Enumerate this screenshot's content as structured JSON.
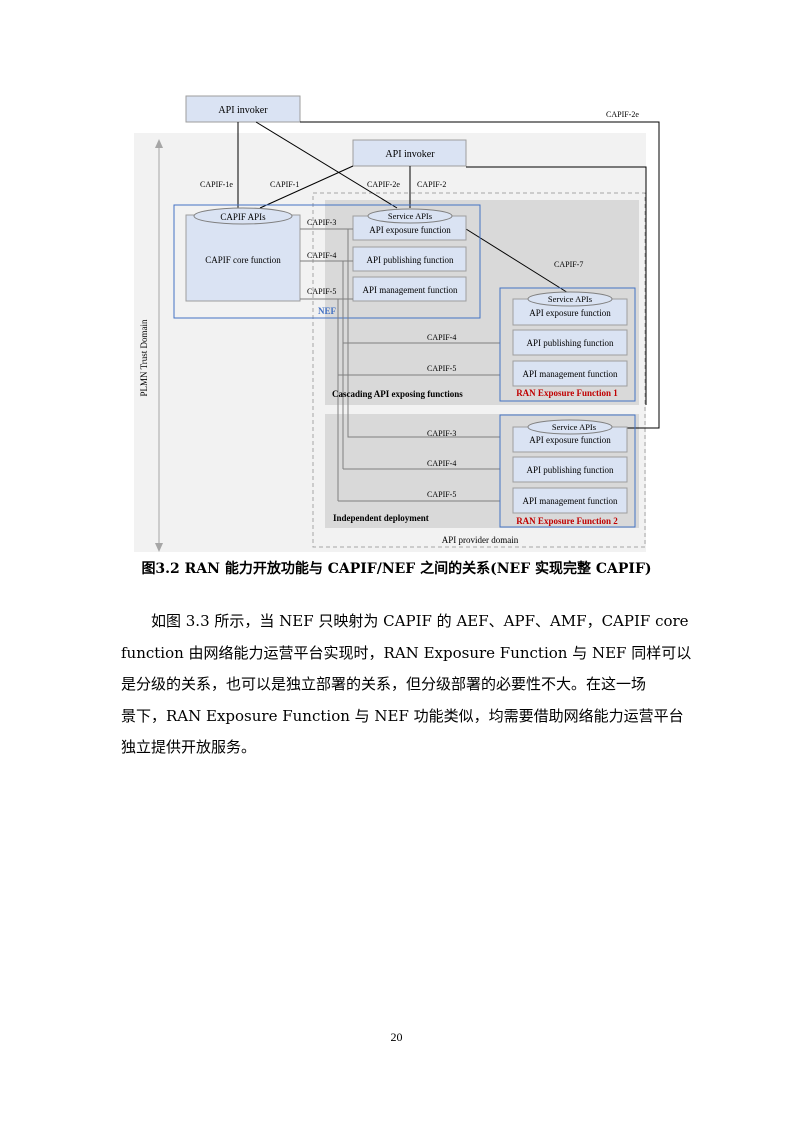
{
  "figure": {
    "api_invoker_1": "API invoker",
    "api_invoker_2": "API invoker",
    "capif_2e_top": "CAPIF-2e",
    "capif_1e": "CAPIF-1e",
    "capif_1": "CAPIF-1",
    "capif_2e": "CAPIF-2e",
    "capif_2": "CAPIF-2",
    "plmn_trust_domain": "PLMN Trust Domain",
    "capif_apis": "CAPIF APIs",
    "capif_core_function": "CAPIF core function",
    "capif_3_a": "CAPIF-3",
    "capif_4_a": "CAPIF-4",
    "capif_5_a": "CAPIF-5",
    "service_apis_nef": "Service APIs",
    "api_exposure_function_nef": "API exposure function",
    "api_publishing_function_nef": "API publishing function",
    "api_management_function_nef": "API management function",
    "nef": "NEF",
    "capif_7": "CAPIF-7",
    "service_apis_ran1": "Service APIs",
    "api_exposure_function_ran1": "API exposure function",
    "api_publishing_function_ran1": "API publishing function",
    "api_management_function_ran1": "API management function",
    "ran_exposure_function_1": "RAN Exposure Function 1",
    "capif_4_b": "CAPIF-4",
    "capif_5_b": "CAPIF-5",
    "cascading": "Cascading API exposing functions",
    "service_apis_ran2": "Service APIs",
    "api_exposure_function_ran2": "API exposure function",
    "api_publishing_function_ran2": "API publishing function",
    "api_management_function_ran2": "API management function",
    "ran_exposure_function_2": "RAN Exposure Function 2",
    "capif_3_c": "CAPIF-3",
    "capif_4_c": "CAPIF-4",
    "capif_5_c": "CAPIF-5",
    "independent_deployment": "Independent deployment",
    "api_provider_domain": "API provider domain"
  },
  "caption": "图3.2 RAN 能力开放功能与 CAPIF/NEF 之间的关系(NEF 实现完整 CAPIF)",
  "paragraph": {
    "line1": "如图 3.3 所示，当 NEF 只映射为 CAPIF 的 AEF、APF、AMF，CAPIF core",
    "line2": "function 由网络能力运营平台实现时，RAN Exposure Function 与 NEF 同样可以",
    "line3": "是分级的关系，也可以是独立部署的关系，但分级部署的必要性不大。在这一场",
    "line4": "景下，RAN Exposure Function 与 NEF 功能类似，均需要借助网络能力运营平台",
    "line5": "独立提供开放服务。"
  },
  "page_number": "20",
  "colors": {
    "panel_gray": "#f2f2f2",
    "deploy_gray": "#d9d9d9",
    "blue_box": "#dae3f3",
    "blue_border": "#4472c4",
    "red_label": "#c00000"
  }
}
